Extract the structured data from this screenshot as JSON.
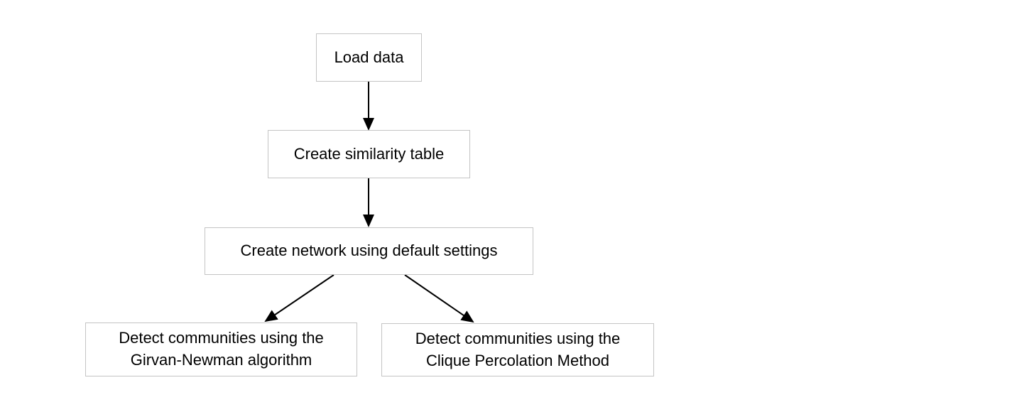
{
  "diagram": {
    "type": "flowchart",
    "background_color": "#ffffff",
    "node_fill_color": "#ffffff",
    "node_border_color": "#c4c4c4",
    "text_color": "#000000",
    "arrow_color": "#000000",
    "nodes": [
      {
        "id": "load-data",
        "label": "Load data"
      },
      {
        "id": "create-similarity-table",
        "label": "Create similarity table"
      },
      {
        "id": "create-network",
        "label": "Create network using default settings"
      },
      {
        "id": "detect-girvan-newman",
        "line1": "Detect communities using the",
        "line2": "Girvan-Newman algorithm"
      },
      {
        "id": "detect-clique-percolation",
        "line1": "Detect communities using the",
        "line2": "Clique Percolation Method"
      }
    ],
    "edges": [
      {
        "from": "load-data",
        "to": "create-similarity-table"
      },
      {
        "from": "create-similarity-table",
        "to": "create-network"
      },
      {
        "from": "create-network",
        "to": "detect-girvan-newman"
      },
      {
        "from": "create-network",
        "to": "detect-clique-percolation"
      }
    ]
  }
}
